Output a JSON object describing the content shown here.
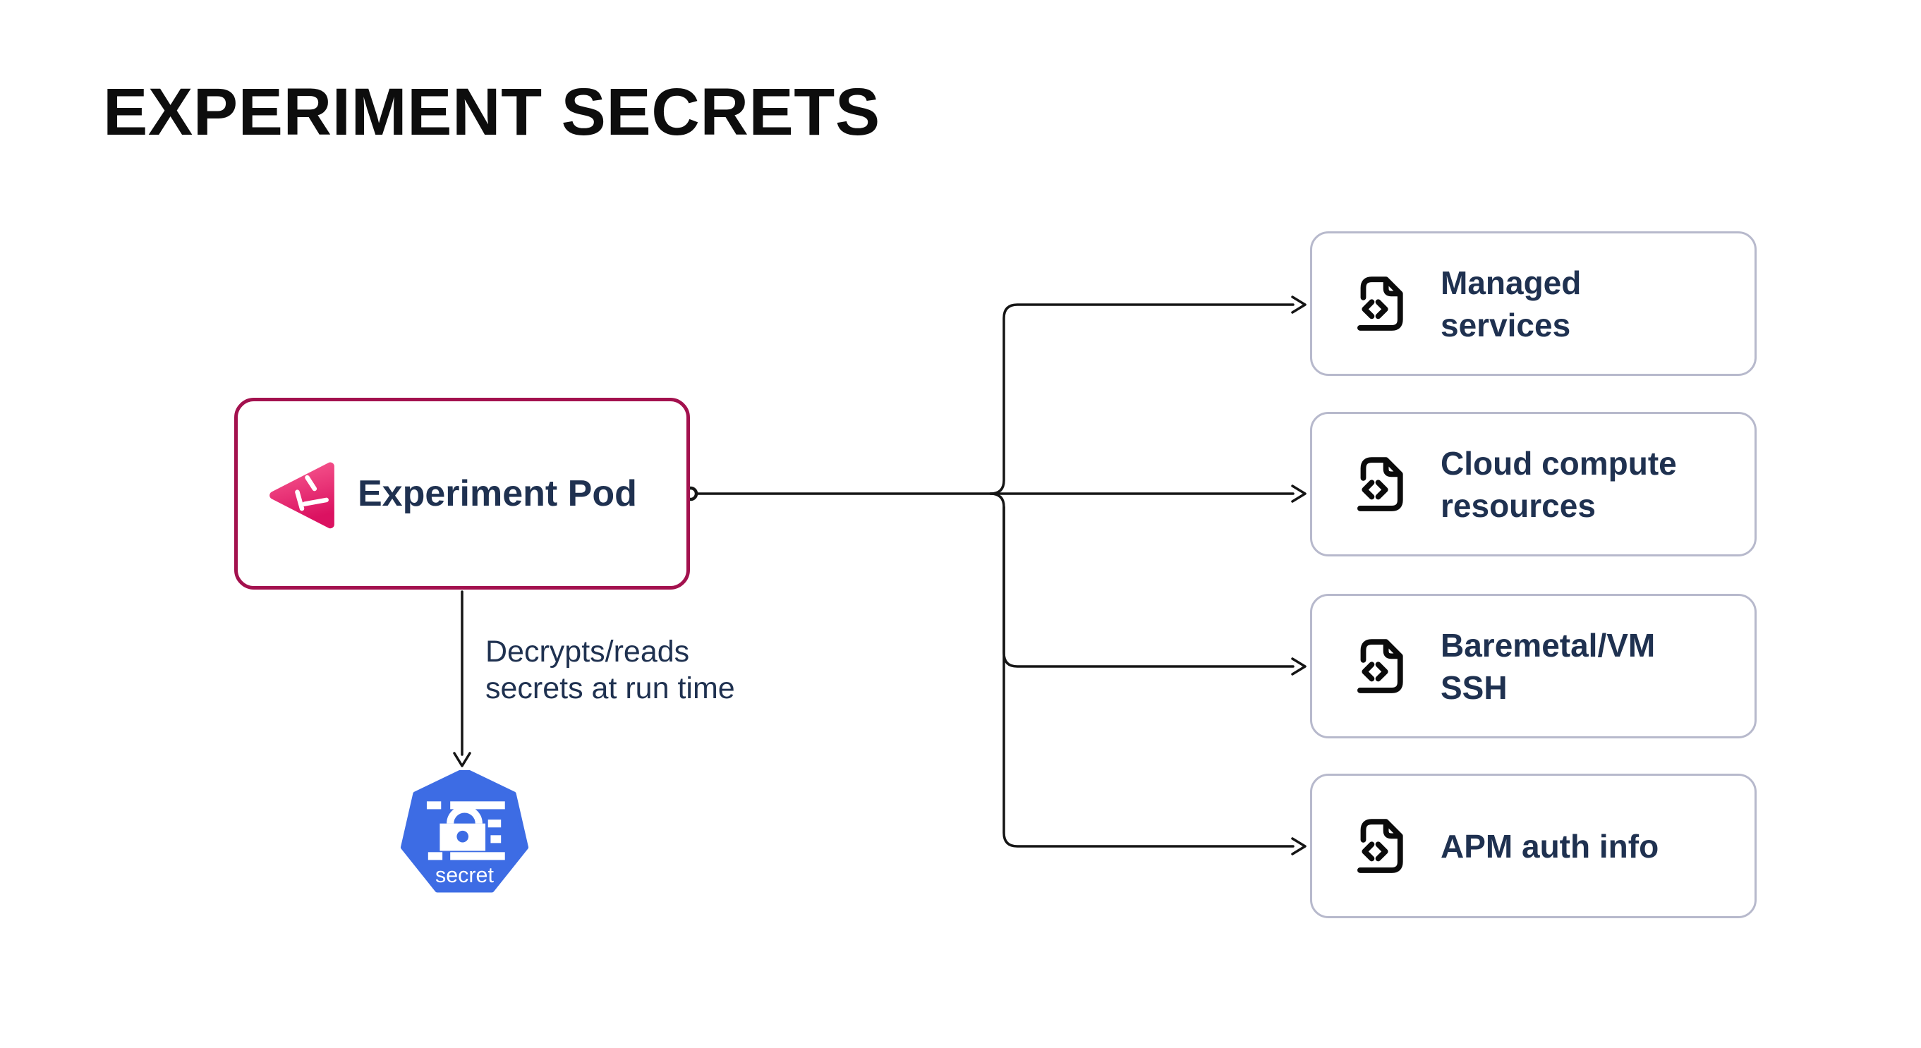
{
  "title": "EXPERIMENT SECRETS",
  "pod": {
    "label": "Experiment Pod"
  },
  "edge": {
    "label": "Decrypts/reads\nsecrets at run time"
  },
  "secret_node": {
    "label": "secret"
  },
  "targets": [
    {
      "label": "Managed\nservices"
    },
    {
      "label": "Cloud compute\nresources"
    },
    {
      "label": "Baremetal/VM\nSSH"
    },
    {
      "label": "APM auth info"
    }
  ],
  "icons": {
    "pod_logo": "experiment-pod-logo-icon",
    "target_icon": "file-code-icon",
    "secret_icon": "k8s-secret-lock-icon"
  },
  "colors": {
    "title": "#0D0D0D",
    "navy": "#1F3150",
    "pod-border": "#A3114E",
    "pink-light": "#F7598F",
    "pink-dark": "#DB1261",
    "box-border": "#B7B9CC",
    "line": "#151515",
    "k8s-blue": "#3D6CE4"
  }
}
